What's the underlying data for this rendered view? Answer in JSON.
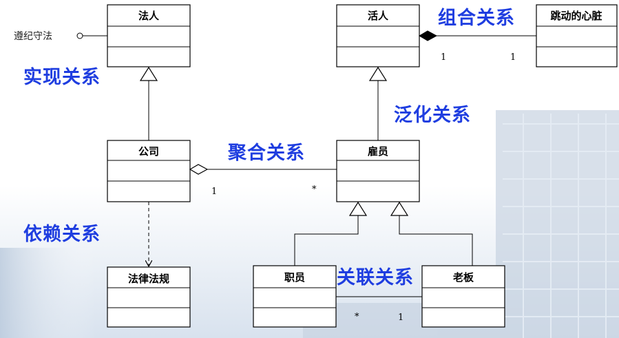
{
  "classes": {
    "legal_person": "法人",
    "living_person": "活人",
    "beating_heart": "跳动的心脏",
    "company": "公司",
    "employee": "雇员",
    "laws": "法律法规",
    "staff": "职员",
    "boss": "老板"
  },
  "interface_label": "遵纪守法",
  "relations": {
    "realization": "实现关系",
    "composition": "组合关系",
    "generalization": "泛化关系",
    "aggregation": "聚合关系",
    "dependency": "依赖关系",
    "association": "关联关系"
  },
  "multiplicities": {
    "composition_living": "1",
    "composition_heart": "1",
    "aggregation_company": "1",
    "aggregation_employee": "*",
    "association_staff": "*",
    "association_boss": "1"
  },
  "colors": {
    "relation_label": "#1f3ee0",
    "line": "#000000"
  }
}
